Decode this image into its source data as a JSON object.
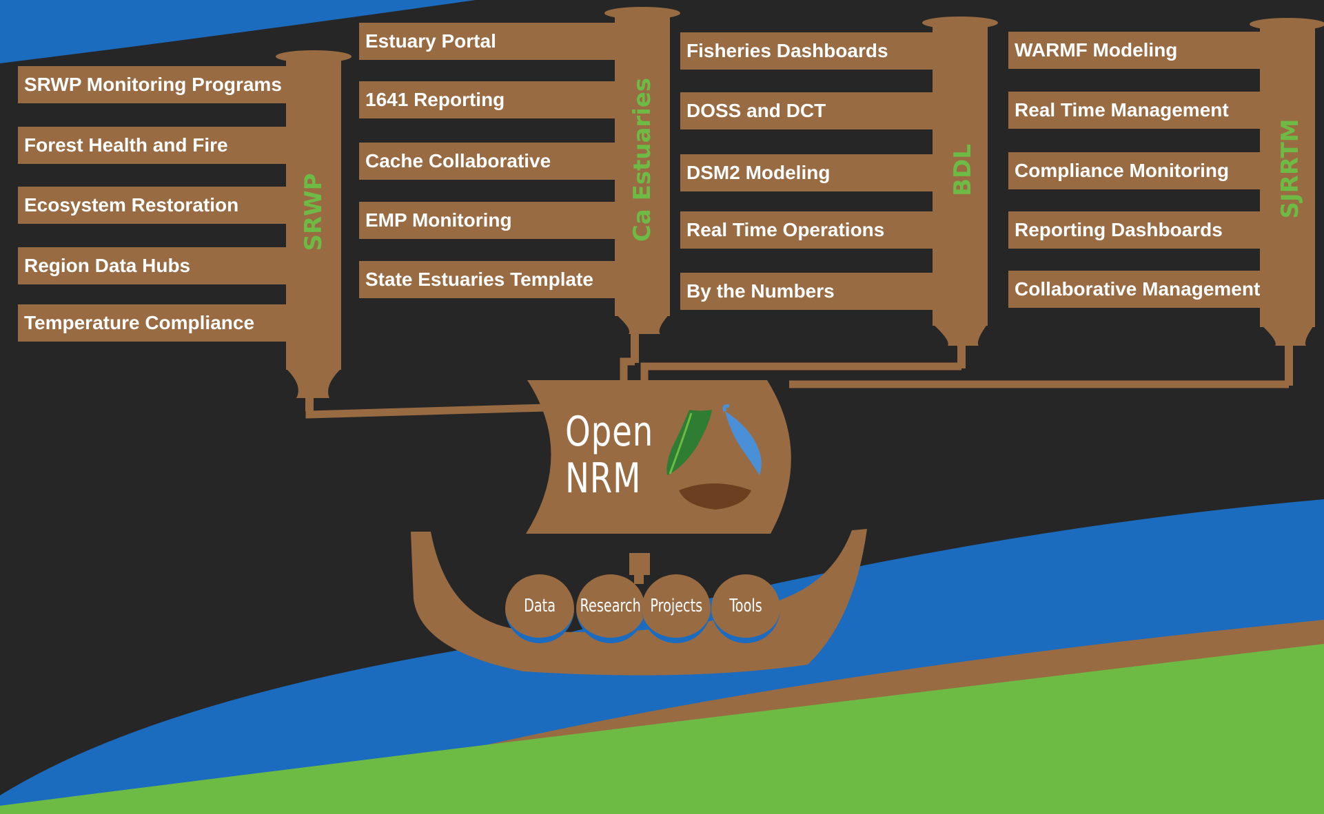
{
  "brand": {
    "line1": "Open",
    "line2": "NRM"
  },
  "masts": [
    {
      "id": "srwp",
      "label": "SRWP",
      "items": [
        "SRWP Monitoring Programs",
        "Forest Health and Fire",
        "Ecosystem Restoration",
        "Region Data Hubs",
        "Temperature Compliance"
      ]
    },
    {
      "id": "ca-estuaries",
      "label": "Ca Estuaries",
      "items": [
        "Estuary Portal",
        "1641 Reporting",
        "Cache Collaborative",
        "EMP Monitoring",
        "State Estuaries Template"
      ]
    },
    {
      "id": "bdl",
      "label": "BDL",
      "items": [
        "Fisheries Dashboards",
        "DOSS and DCT",
        "DSM2 Modeling",
        "Real Time Operations",
        "By the Numbers"
      ]
    },
    {
      "id": "sjrrtm",
      "label": "SJRRTM",
      "items": [
        "WARMF Modeling",
        "Real Time Management",
        "Compliance Monitoring",
        "Reporting Dashboards",
        "Collaborative Management"
      ]
    }
  ],
  "shields": [
    "Data",
    "Research",
    "Projects",
    "Tools"
  ],
  "colors": {
    "background": "#262626",
    "wood": "#996b43",
    "water": "#1b6bbf",
    "land": "#6dbb45",
    "text": "#ffffff",
    "mast_label": "#6dbb45"
  },
  "icons": [
    "leaf-icon",
    "fish-icon",
    "soil-icon"
  ]
}
